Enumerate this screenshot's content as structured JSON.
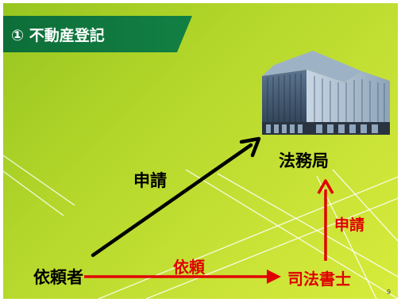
{
  "slide": {
    "title": "① 不動産登記",
    "page_number": "9"
  },
  "diagram": {
    "building_label": "法務局",
    "apply_label_black": "申請",
    "apply_label_red": "申請",
    "client_label": "依頼者",
    "request_label": "依頼",
    "scrivener_label": "司法書士"
  },
  "colors": {
    "title_bar": "#0d6e38",
    "red_arrow": "#e00000",
    "black_arrow": "#000000",
    "background": "#b2d62a"
  },
  "icons": [
    "office-building-icon"
  ]
}
